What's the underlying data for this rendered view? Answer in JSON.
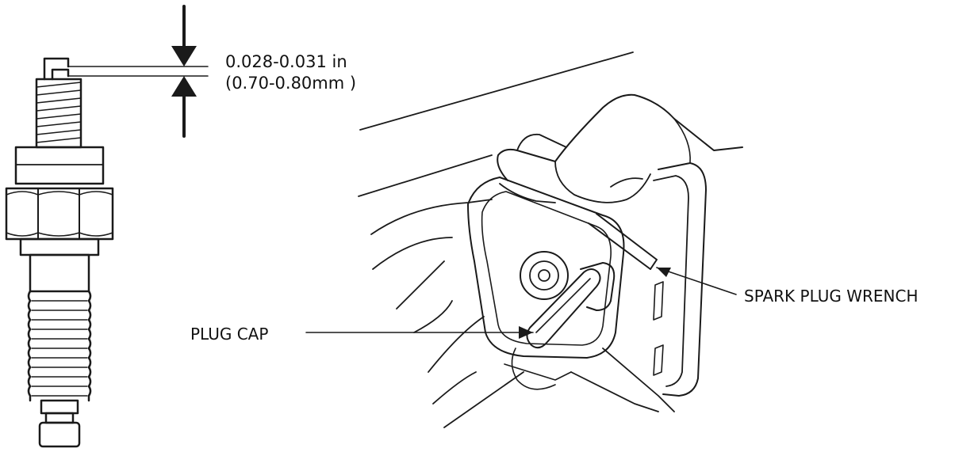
{
  "labels": {
    "gap_in": "0.028-0.031 in",
    "gap_mm": "(0.70-0.80mm )",
    "plug_cap": "PLUG CAP",
    "spark_plug_wrench": "SPARK PLUG WRENCH"
  },
  "colors": {
    "line": "#1a1a1a",
    "background": "#ffffff"
  },
  "icons": {
    "gap_arrow_top": "arrow-down-icon",
    "gap_arrow_bottom": "arrow-up-icon"
  }
}
